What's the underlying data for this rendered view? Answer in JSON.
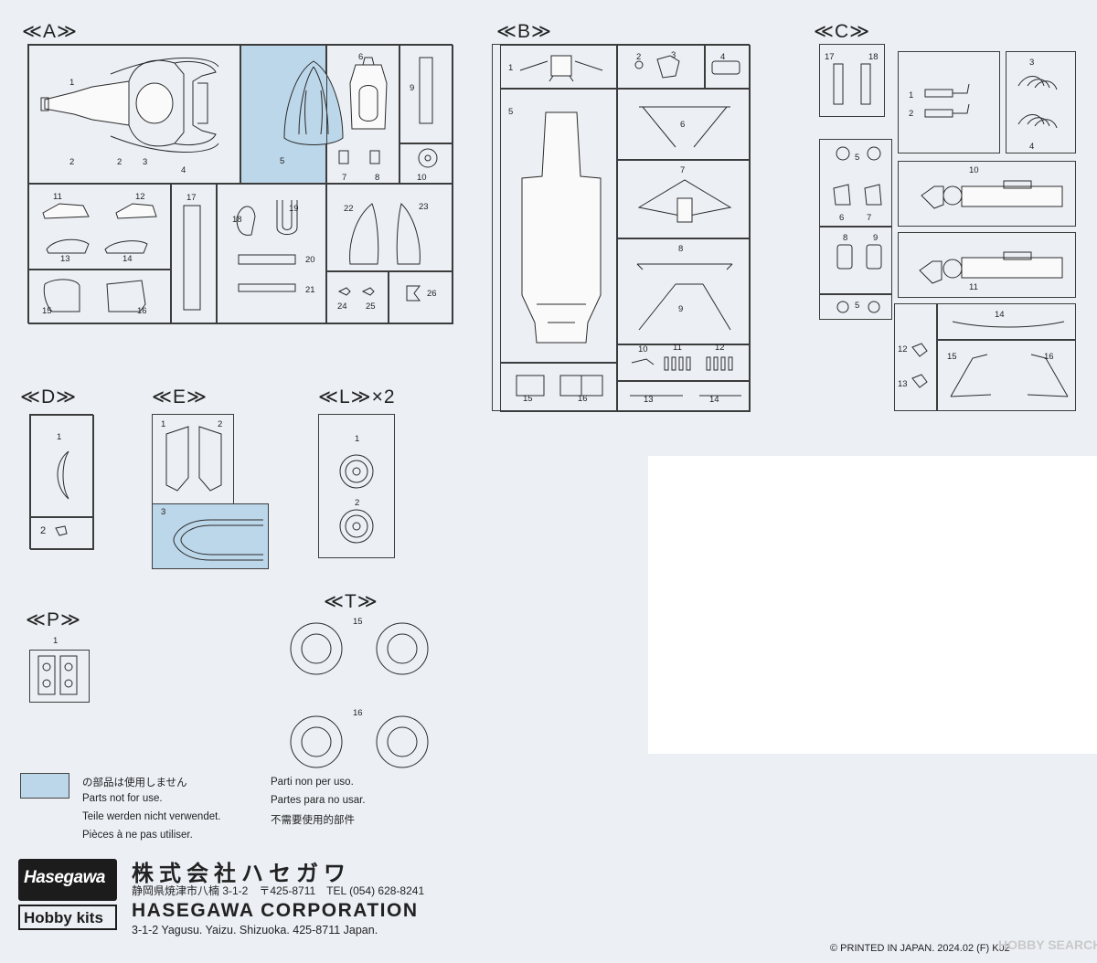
{
  "sprues": {
    "A": {
      "title": "≪A≫",
      "nums": [
        "1",
        "2",
        "2",
        "3",
        "4",
        "5",
        "6",
        "7",
        "8",
        "9",
        "10",
        "11",
        "12",
        "13",
        "14",
        "15",
        "16",
        "17",
        "18",
        "19",
        "20",
        "21",
        "22",
        "23",
        "24",
        "25",
        "26"
      ]
    },
    "B": {
      "title": "≪B≫",
      "nums": [
        "1",
        "2",
        "3",
        "4",
        "5",
        "6",
        "7",
        "8",
        "9",
        "10",
        "11",
        "12",
        "13",
        "14",
        "15",
        "16"
      ]
    },
    "C": {
      "title": "≪C≫",
      "nums": [
        "17",
        "18",
        "1",
        "2",
        "3",
        "4",
        "5",
        "5",
        "6",
        "7",
        "8",
        "9",
        "10",
        "11",
        "14",
        "12",
        "13",
        "15",
        "16"
      ]
    },
    "D": {
      "title": "≪D≫",
      "nums": [
        "1",
        "2"
      ]
    },
    "E": {
      "title": "≪E≫",
      "nums": [
        "1",
        "2",
        "3"
      ]
    },
    "L": {
      "title": "≪L≫×2",
      "nums": [
        "1",
        "2"
      ]
    },
    "P": {
      "title": "≪P≫",
      "nums": [
        "1"
      ]
    },
    "T": {
      "title": "≪T≫",
      "nums": [
        "15",
        "16"
      ]
    }
  },
  "legend": {
    "ja": "の部品は使用しません",
    "en": "Parts not for use.",
    "de": "Teile werden nicht verwendet.",
    "fr": "Pièces à ne pas utiliser.",
    "it": "Parti non per uso.",
    "es": "Partes para no usar.",
    "zh": "不需要使用的部件",
    "unused_color": "#bcd7ea"
  },
  "brand": {
    "logo_top": "Hasegawa",
    "logo_bottom": "Hobby kits"
  },
  "company": {
    "name_ja": "株式会社ハセガワ",
    "address_ja": "静岡県焼津市八楠 3-1-2　〒425-8711　TEL (054) 628-8241",
    "name_en": "HASEGAWA CORPORATION",
    "address_en": "3-1-2 Yagusu. Yaizu. Shizuoka. 425-8711 Japan."
  },
  "footer": {
    "printed": "© PRINTED IN JAPAN. 2024.02 (F) K02",
    "watermark": "HOBBY SEARCH"
  }
}
